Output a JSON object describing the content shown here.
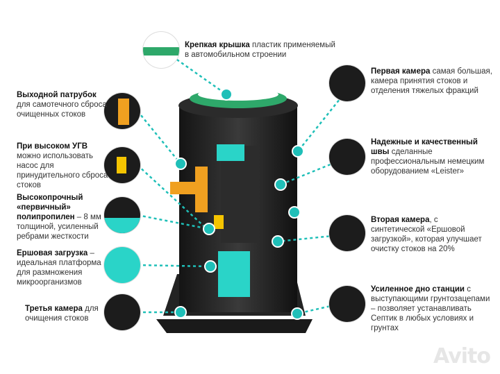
{
  "callouts": {
    "lid": {
      "title": "Крепкая крышка",
      "text": "пластик применяемый в автомобильном строении"
    },
    "chamber1": {
      "title": "Первая камера",
      "text": "самая большая, камера принятия стоков и отделения тяжелых фракций"
    },
    "outlet": {
      "title": "Выходной патрубок",
      "text": "для самотечного сброса очищенных стоков"
    },
    "seams": {
      "title": "Надежные и качественный швы",
      "text": "сделанные профессиональным немецким оборудованием «Leister»"
    },
    "pump": {
      "title": "При высоком УГВ",
      "text": "можно использовать насос для принудительного сброса стоков"
    },
    "pp": {
      "title": "Высокопрочный «первичный» полипропилен",
      "text": "– 8 мм толщиной, усиленный ребрами жесткости"
    },
    "chamber2": {
      "title": "Вторая камера",
      "text": ", с синтетической «Ершовой загрузкой», которая улучшает очистку стоков на 20%"
    },
    "brush": {
      "title": "Ершовая загрузка",
      "text": "– идеальная платформа для размножения микроорганизмов"
    },
    "bottom": {
      "title": "Усиленное дно станции",
      "text": "с выступающими грунтозацепами – позволяет устанавливать Септик в любых условиях и грунтах"
    },
    "chamber3": {
      "title": "Третья камера",
      "text": "для очищения стоков"
    }
  },
  "watermark": "Avito",
  "colors": {
    "accent": "#1fbfb8",
    "lid": "#2ea86a",
    "body": "#1e1e1e",
    "pipe": "#f0a020",
    "brush": "#2ad4c8"
  }
}
